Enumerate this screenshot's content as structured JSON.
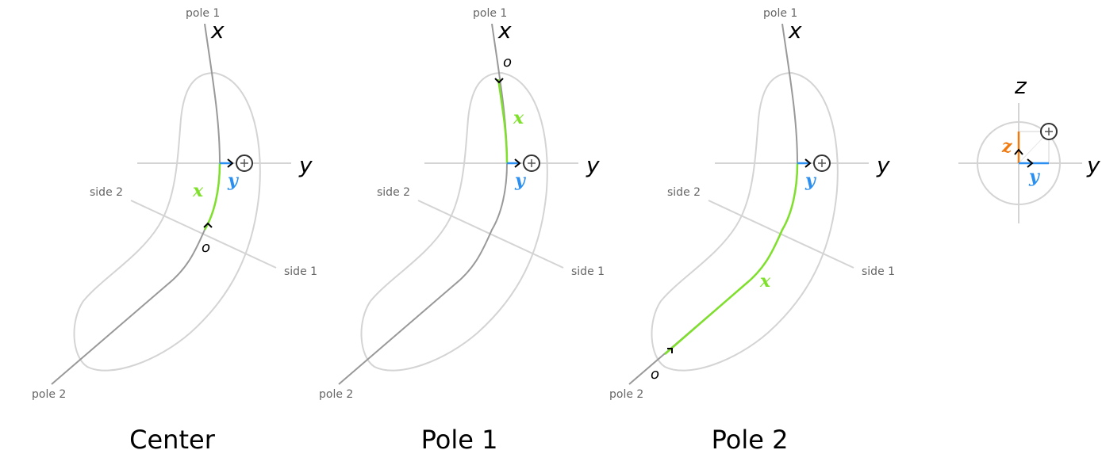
{
  "panels": [
    {
      "title": "Center",
      "origin_label": "o",
      "green_label": "x",
      "blue_label": "y",
      "axis_x": "x",
      "axis_y": "y",
      "pole1": "pole 1",
      "pole2": "pole 2",
      "side1": "side 1",
      "side2": "side 2"
    },
    {
      "title": "Pole 1",
      "origin_label": "o",
      "green_label": "x",
      "blue_label": "y",
      "axis_x": "x",
      "axis_y": "y",
      "pole1": "pole 1",
      "pole2": "pole 2",
      "side1": "side 1",
      "side2": "side 2"
    },
    {
      "title": "Pole 2",
      "origin_label": "o",
      "green_label": "x",
      "blue_label": "y",
      "axis_x": "x",
      "axis_y": "y",
      "pole1": "pole 1",
      "pole2": "pole 2",
      "side1": "side 1",
      "side2": "side 2"
    }
  ],
  "cross_section": {
    "axis_z": "z",
    "axis_y": "y",
    "z_label": "z",
    "y_label": "y"
  },
  "colors": {
    "green": "#7ee02a",
    "blue": "#2a8ff0",
    "orange": "#f07a10",
    "gray": "#999999",
    "light": "#d4d4d4"
  }
}
